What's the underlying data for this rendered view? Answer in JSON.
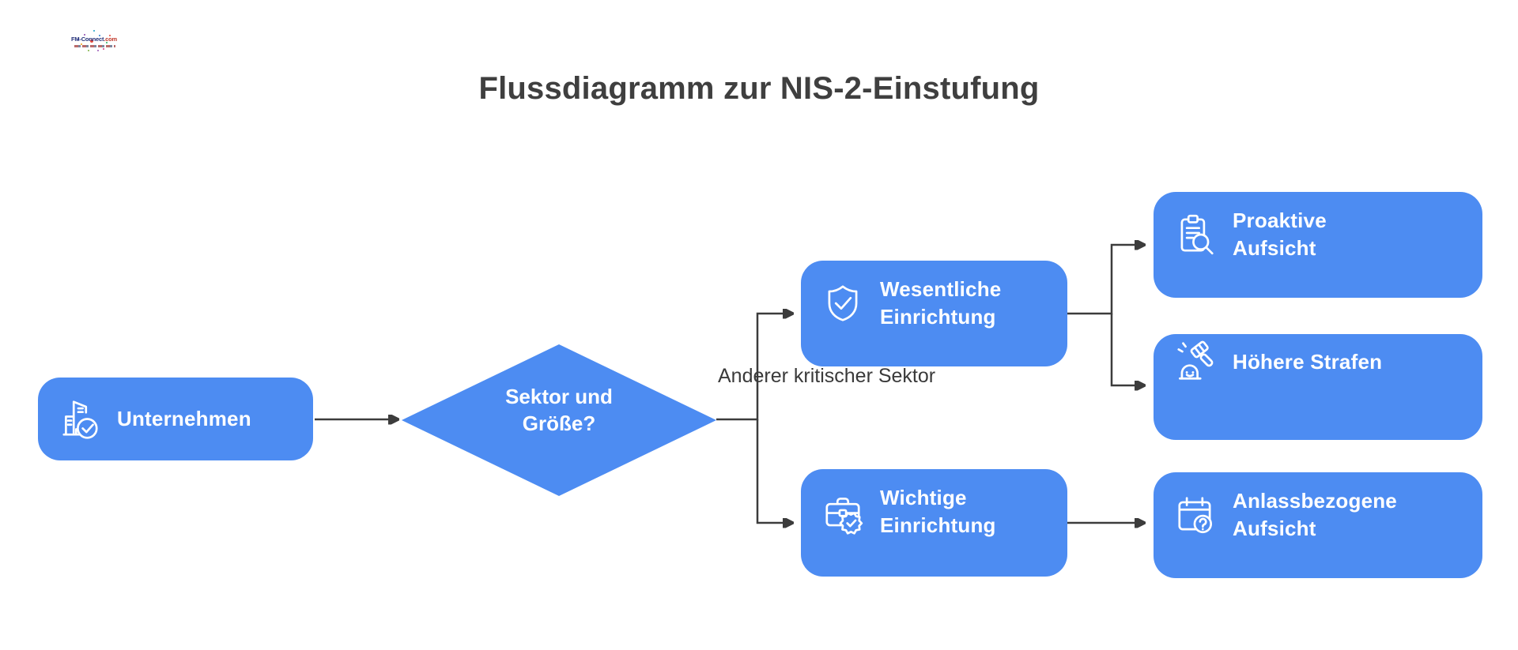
{
  "title": "Flussdiagramm zur NIS-2-Einstufung",
  "logo": {
    "name": "FM-Connect",
    "tld": ".com"
  },
  "colors": {
    "background": "#ffffff",
    "node_blue": "#4d8cf2",
    "node_text": "#ffffff",
    "line": "#3c3c3c",
    "title_text": "#3f3f3f",
    "label_text": "#3a3a3a"
  },
  "nodes": {
    "unternehmen": {
      "label": "Unternehmen",
      "icon": "building-check-icon"
    },
    "decision": {
      "line1": "Sektor und",
      "line2": "Größe?"
    },
    "wesentliche": {
      "line1": "Wesentliche",
      "line2": "Einrichtung",
      "icon": "shield-check-icon"
    },
    "wichtige": {
      "line1": "Wichtige",
      "line2": "Einrichtung",
      "icon": "briefcase-badge-icon"
    },
    "proaktive": {
      "line1": "Proaktive",
      "line2": "Aufsicht",
      "icon": "clipboard-search-icon"
    },
    "hoehere": {
      "label": "Höhere Strafen",
      "icon": "gavel-icon"
    },
    "anlassbezogene": {
      "line1": "Anlassbezogene",
      "line2": "Aufsicht",
      "icon": "calendar-question-icon"
    }
  },
  "edge_labels": {
    "decision_branch": "Anderer kritischer Sektor"
  }
}
